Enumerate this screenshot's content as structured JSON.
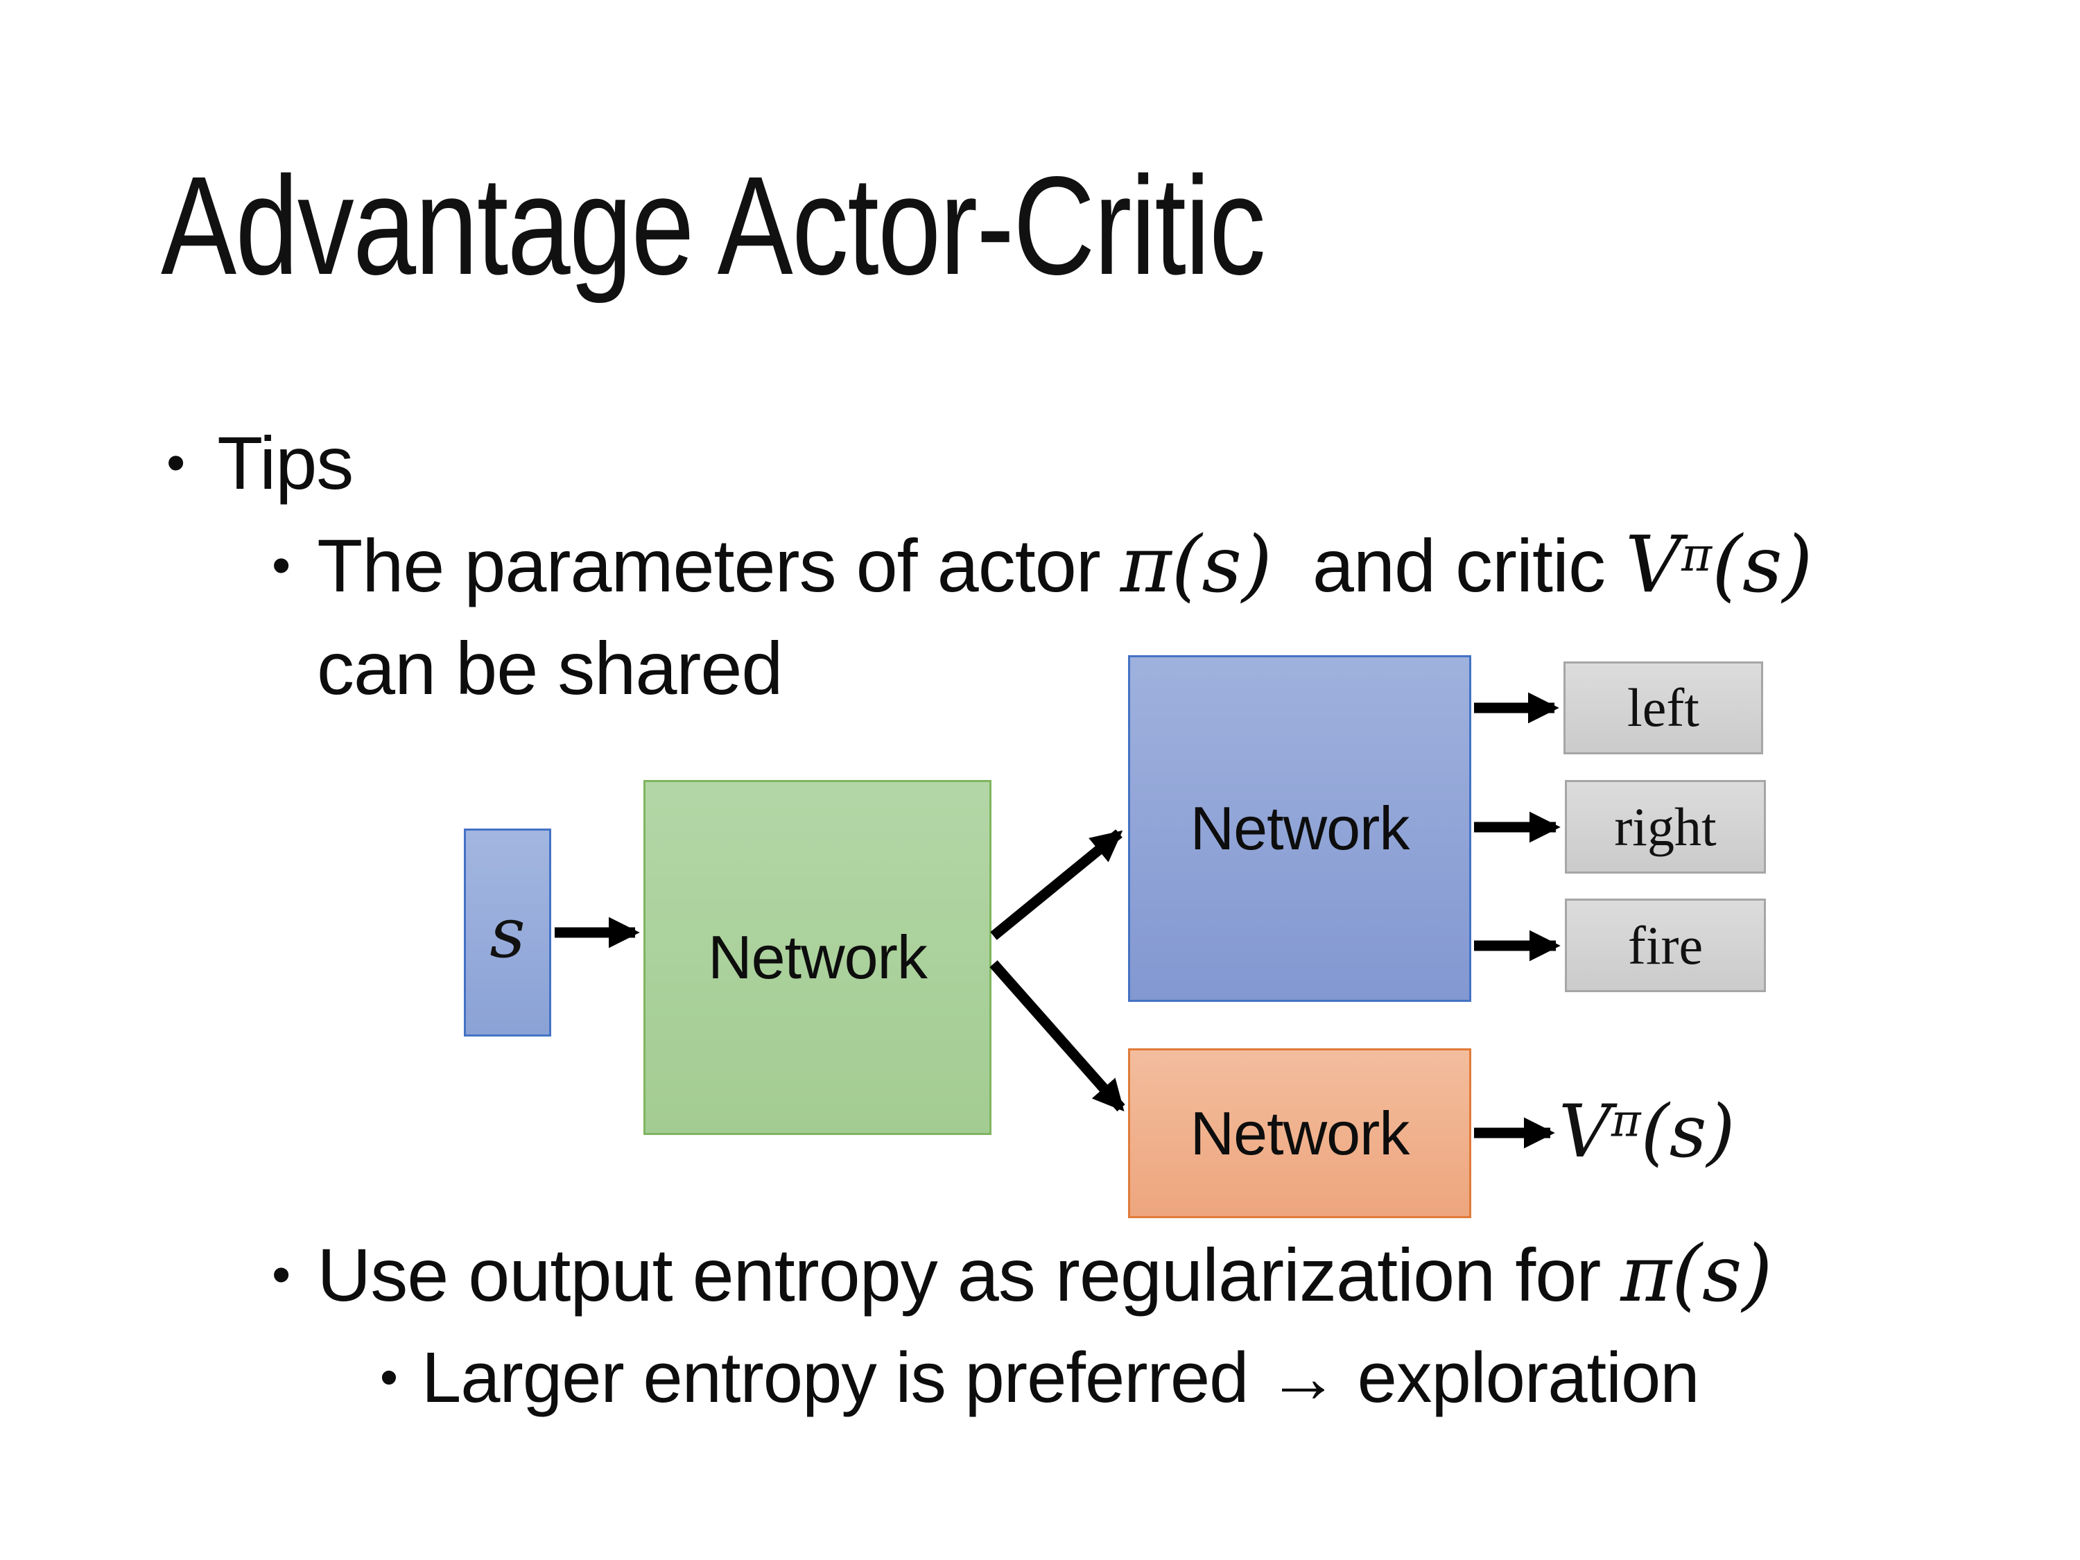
{
  "slide": {
    "title": "Advantage Actor-Critic",
    "bullet_char": "•",
    "tips_label": "Tips",
    "param_line": {
      "pre": "The parameters of actor ",
      "actor_math": "π(s)",
      "mid": "  and critic ",
      "critic_base": "V",
      "critic_sup": "π",
      "critic_arg": "(s)"
    },
    "param_line2": "can be shared",
    "entropy_line": {
      "pre": "Use output entropy as regularization for ",
      "math": "π(s)"
    },
    "exploration_line": "Larger entropy is preferred → exploration"
  },
  "diagram": {
    "state_label": "s",
    "shared_network_label": "Network",
    "actor_network_label": "Network",
    "critic_network_label": "Network",
    "actions": [
      "left",
      "right",
      "fire"
    ],
    "critic_output": {
      "base": "V",
      "sup": "π",
      "arg": "(s)"
    },
    "colors": {
      "state_fill_top": "#A3B6E0",
      "state_fill_bottom": "#8BA2D6",
      "state_border": "#4472C4",
      "shared_fill_top": "#B3D6A6",
      "shared_fill_bottom": "#A3CC92",
      "shared_border": "#7FB560",
      "actor_fill_top": "#9FB1DD",
      "actor_fill_bottom": "#8398D1",
      "actor_border": "#4472C4",
      "critic_fill_top": "#F3BD9D",
      "critic_fill_bottom": "#EDA67E",
      "critic_border": "#E07B39",
      "action_fill_top": "#DCDCDC",
      "action_fill_bottom": "#CBCBCB",
      "action_border": "#A6A6A6",
      "arrow": "#000000"
    }
  }
}
